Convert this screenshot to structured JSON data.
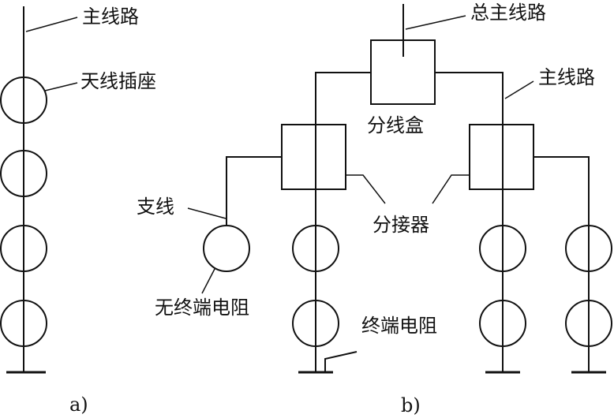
{
  "labels": {
    "main_line_a": "主线路",
    "antenna_outlet": "天线插座",
    "trunk_main_line": "总主线路",
    "main_line_b": "主线路",
    "splitter_box": "分线盒",
    "branch_line": "支线",
    "tap": "分接器",
    "no_terminal_resistor": "无终端电阻",
    "terminal_resistor": "终端电阻"
  },
  "captions": {
    "a": "a)",
    "b": "b)"
  }
}
